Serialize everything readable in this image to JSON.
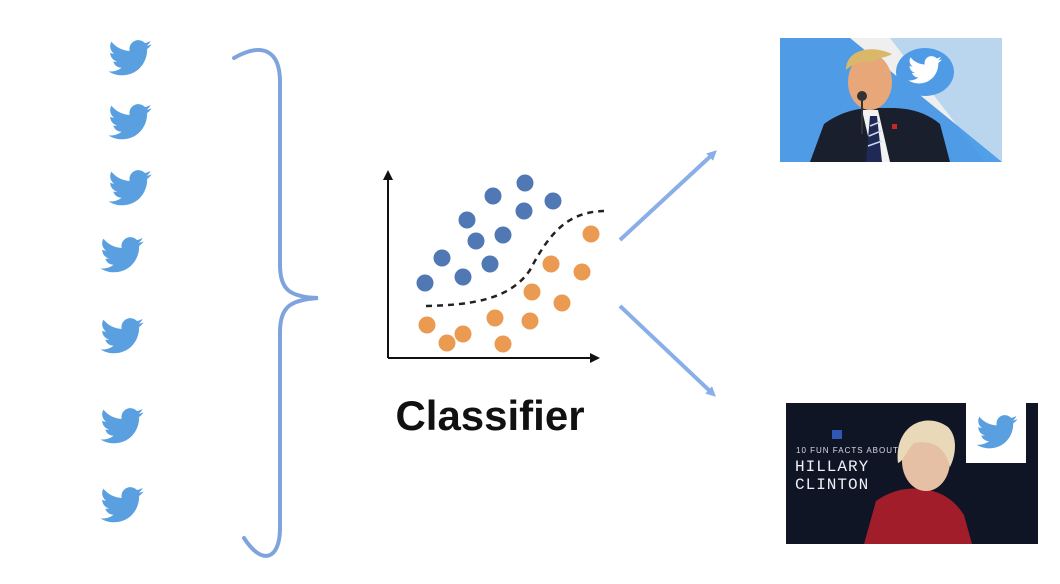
{
  "classifier": {
    "label": "Classifier"
  },
  "input_tweets": {
    "count": 7,
    "icon": "twitter-bird-icon",
    "color": "#5a9fe0"
  },
  "colors": {
    "tweet_blue": "#5a9fe0",
    "brace_blue": "#7fa3dd",
    "arrow_blue": "#8aaee8",
    "class_a_dot": "#4f78b5",
    "class_b_dot": "#eb9a52",
    "axis": "#111111",
    "boundary": "#222222"
  },
  "outputs": [
    {
      "name": "trump-photo",
      "icon": "twitter-bird-icon"
    },
    {
      "name": "clinton-photo",
      "icon": "twitter-bird-icon",
      "subtitle": "10 FUN FACTS ABOUT",
      "title_line1": "HILLARY",
      "title_line2": "CLINTON"
    }
  ]
}
